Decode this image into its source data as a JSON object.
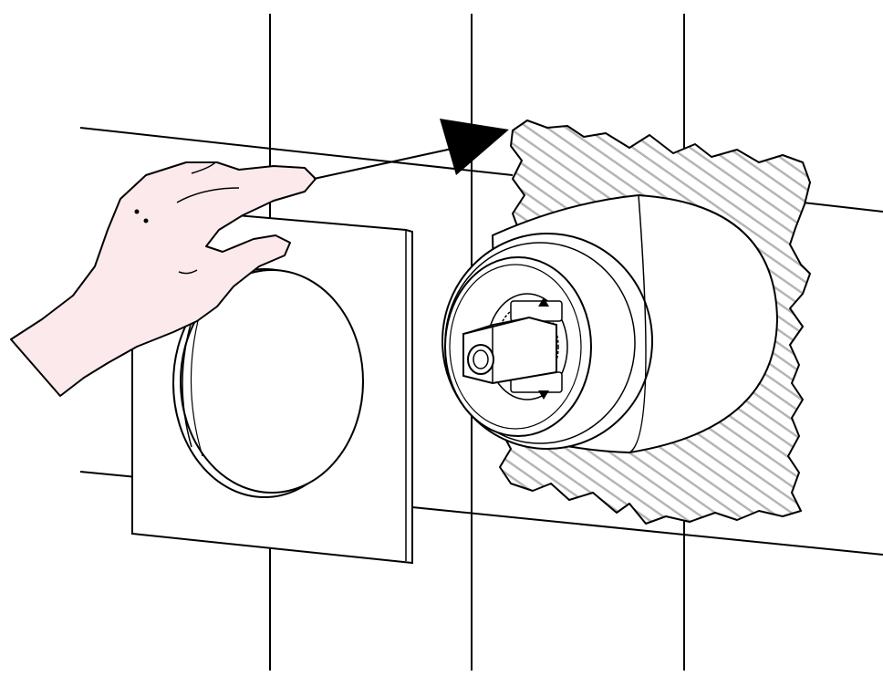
{
  "diagram": {
    "kind": "installation-illustration",
    "step": "attach-cover-plate",
    "colors": {
      "line": "#000000",
      "background": "#ffffff",
      "hand_fill": "#fbe9ec",
      "wall_hatch": "#b5b5b5",
      "plate_fill": "#ffffff",
      "arrow": "#000000"
    },
    "elements": [
      {
        "name": "wall-tile-grid",
        "type": "tile-joints"
      },
      {
        "name": "wall-recess",
        "type": "hatched-cutout",
        "pattern": "diagonal"
      },
      {
        "name": "concealed-housing",
        "type": "cylinder"
      },
      {
        "name": "valve-cartridge",
        "type": "mechanism"
      },
      {
        "name": "cover-plate",
        "type": "square-plate-with-round-opening"
      },
      {
        "name": "hand",
        "type": "hand-holding-plate"
      },
      {
        "name": "direction-arrow",
        "type": "arrow",
        "pointing": "toward-wall"
      }
    ]
  }
}
